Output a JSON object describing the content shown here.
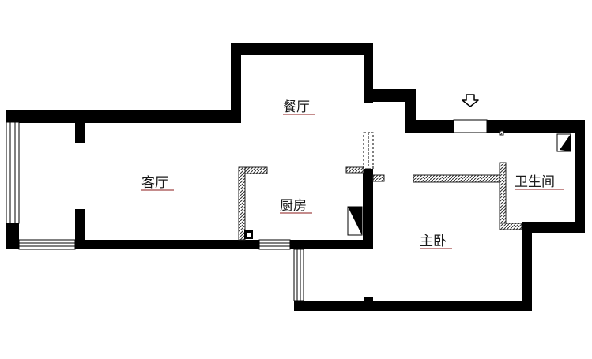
{
  "rooms": {
    "living_room": "客厅",
    "dining_room": "餐厅",
    "kitchen": "厨房",
    "master_bedroom": "主卧",
    "bathroom": "卫生间"
  },
  "icons": {
    "entrance": "down-arrow-icon"
  },
  "colors": {
    "wall": "#000000",
    "background": "#ffffff",
    "label_underline": "#8b1a1a"
  }
}
